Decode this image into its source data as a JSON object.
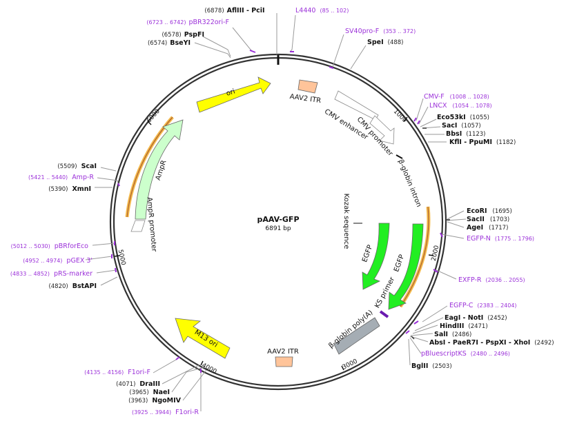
{
  "plasmid": {
    "name": "pAAV-GFP",
    "length_label": "6891 bp"
  },
  "colors": {
    "primer": "#9b30d9",
    "ori": "#ffff00",
    "ampr": "#ccffcc",
    "egfp": "#22ee22",
    "aav_itr": "#ffc49a",
    "polyA": "#a5adb4",
    "highlight": "#f3b94a"
  },
  "ticks": [
    {
      "bp": 1000,
      "label": "1000"
    },
    {
      "bp": 2000,
      "label": "2000"
    },
    {
      "bp": 3000,
      "label": "3000"
    },
    {
      "bp": 4000,
      "label": "4000"
    },
    {
      "bp": 5000,
      "label": "5000"
    },
    {
      "bp": 6000,
      "label": "6000"
    }
  ],
  "labels": [
    {
      "kind": "site",
      "name": "AflIII  -  PciI",
      "pos": "(6878)"
    },
    {
      "kind": "primer",
      "name": "pBR322ori-F",
      "pos": "(6723 .. 6742)"
    },
    {
      "kind": "site",
      "name": "PspFI",
      "pos": "(6578)"
    },
    {
      "kind": "site",
      "name": "BseYI",
      "pos": "(6574)"
    },
    {
      "kind": "primer",
      "name": "L4440",
      "pos": "(85 .. 102)"
    },
    {
      "kind": "primer",
      "name": "SV40pro-F",
      "pos": "(353 .. 372)"
    },
    {
      "kind": "site",
      "name": "SpeI",
      "pos": "(488)"
    },
    {
      "kind": "primer",
      "name": "CMV-F",
      "pos": "(1008 .. 1028)"
    },
    {
      "kind": "primer",
      "name": "LNCX",
      "pos": "(1054 .. 1078)"
    },
    {
      "kind": "site",
      "name": "Eco53kI",
      "pos": "(1055)"
    },
    {
      "kind": "site",
      "name": "SacI",
      "pos": "(1057)"
    },
    {
      "kind": "site",
      "name": "BbsI",
      "pos": "(1123)"
    },
    {
      "kind": "site",
      "name": "KflI  -  PpuMI",
      "pos": "(1182)"
    },
    {
      "kind": "site",
      "name": "EcoRI",
      "pos": "(1695)"
    },
    {
      "kind": "site",
      "name": "SacII",
      "pos": "(1703)"
    },
    {
      "kind": "site",
      "name": "AgeI",
      "pos": "(1717)"
    },
    {
      "kind": "primer",
      "name": "EGFP-N",
      "pos": "(1775 .. 1796)"
    },
    {
      "kind": "primer",
      "name": "EXFP-R",
      "pos": "(2036 .. 2055)"
    },
    {
      "kind": "primer",
      "name": "EGFP-C",
      "pos": "(2383 .. 2404)"
    },
    {
      "kind": "site",
      "name": "EagI  -  NotI",
      "pos": "(2452)"
    },
    {
      "kind": "site",
      "name": "HindIII",
      "pos": "(2471)"
    },
    {
      "kind": "site",
      "name": "SalI",
      "pos": "(2486)"
    },
    {
      "kind": "site",
      "name": "AbsI  -  PaeR7I  -  PspXI  -  XhoI",
      "pos": "(2492)"
    },
    {
      "kind": "primer",
      "name": "pBluescriptKS",
      "pos": "(2480 .. 2496)"
    },
    {
      "kind": "site",
      "name": "BglII",
      "pos": "(2503)"
    },
    {
      "kind": "site",
      "name": "ScaI",
      "pos": "(5509)"
    },
    {
      "kind": "primer",
      "name": "Amp-R",
      "pos": "(5421 .. 5440)"
    },
    {
      "kind": "site",
      "name": "XmnI",
      "pos": "(5390)"
    },
    {
      "kind": "primer",
      "name": "pBRforEco",
      "pos": "(5012 .. 5030)"
    },
    {
      "kind": "primer",
      "name": "pGEX 3'",
      "pos": "(4952 .. 4974)"
    },
    {
      "kind": "primer",
      "name": "pRS-marker",
      "pos": "(4833 .. 4852)"
    },
    {
      "kind": "site",
      "name": "BstAPI",
      "pos": "(4820)"
    },
    {
      "kind": "primer",
      "name": "F1ori-F",
      "pos": "(4135 .. 4156)"
    },
    {
      "kind": "site",
      "name": "DraIII",
      "pos": "(4071)"
    },
    {
      "kind": "site",
      "name": "NaeI",
      "pos": "(3965)"
    },
    {
      "kind": "site",
      "name": "NgoMIV",
      "pos": "(3963)"
    },
    {
      "kind": "primer",
      "name": "F1ori-R",
      "pos": "(3925 .. 3944)"
    }
  ],
  "features": [
    {
      "label": "ori"
    },
    {
      "label": "AAV2 ITR"
    },
    {
      "label": "CMV enhancer"
    },
    {
      "label": "CMV promoter"
    },
    {
      "label": "β-globin intron"
    },
    {
      "label": "Kozak sequence"
    },
    {
      "label": "EGFP"
    },
    {
      "label": "EGFP"
    },
    {
      "label": "KS primer"
    },
    {
      "label": "β-globin poly(A)"
    },
    {
      "label": "AAV2 ITR"
    },
    {
      "label": "M13 ori"
    },
    {
      "label": "AmpR promoter"
    },
    {
      "label": "AmpR"
    }
  ]
}
